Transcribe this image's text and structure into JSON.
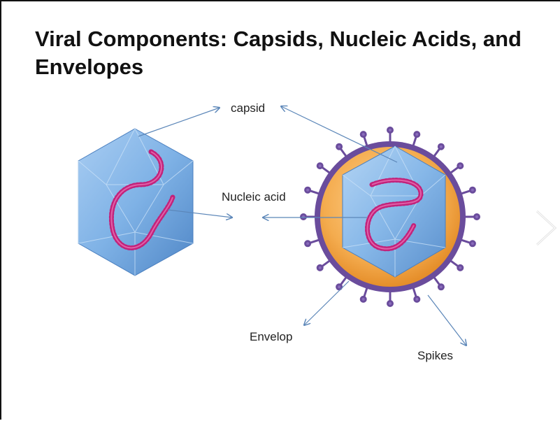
{
  "slide": {
    "title": "Viral Components: Capsids, Nucleic Acids, and Envelopes"
  },
  "labels": {
    "capsid": "capsid",
    "nucleic_acid": "Nucleic acid",
    "envelop": "Envelop",
    "spikes": "Spikes"
  },
  "colors": {
    "capsid_blue": "#7fb2e6",
    "capsid_dark": "#4f86c6",
    "nucleic_magenta": "#c2227a",
    "envelope_orange": "#f2a94a",
    "envelope_purple": "#6a4c9c",
    "arrow_blue": "#5b86b8"
  },
  "nav": {
    "next_icon": "chevron-right-icon"
  }
}
